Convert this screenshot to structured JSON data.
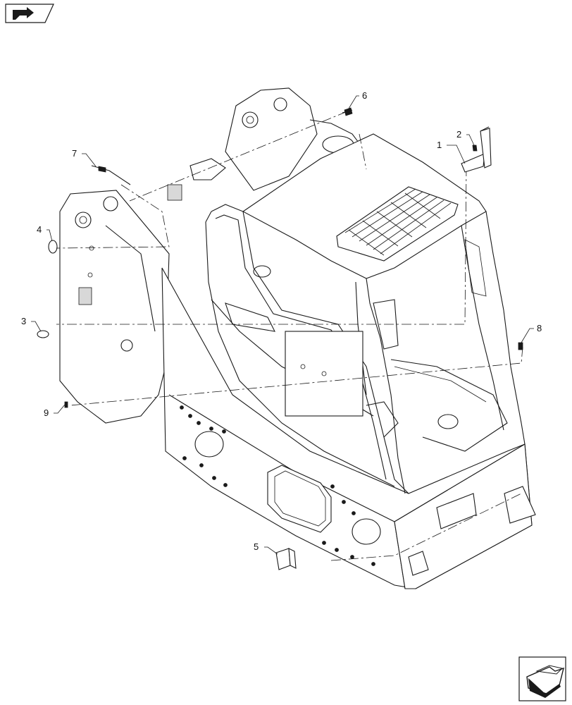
{
  "diagram": {
    "callouts": [
      {
        "id": "c1",
        "label": "1"
      },
      {
        "id": "c2",
        "label": "2"
      },
      {
        "id": "c3",
        "label": "3"
      },
      {
        "id": "c4",
        "label": "4"
      },
      {
        "id": "c5",
        "label": "5"
      },
      {
        "id": "c6",
        "label": "6"
      },
      {
        "id": "c7",
        "label": "7"
      },
      {
        "id": "c8",
        "label": "8"
      },
      {
        "id": "c9",
        "label": "9"
      }
    ]
  },
  "nav": {
    "top_left_icon": "back-arrow-icon",
    "bottom_right_icon": "forward-arrow-icon"
  }
}
